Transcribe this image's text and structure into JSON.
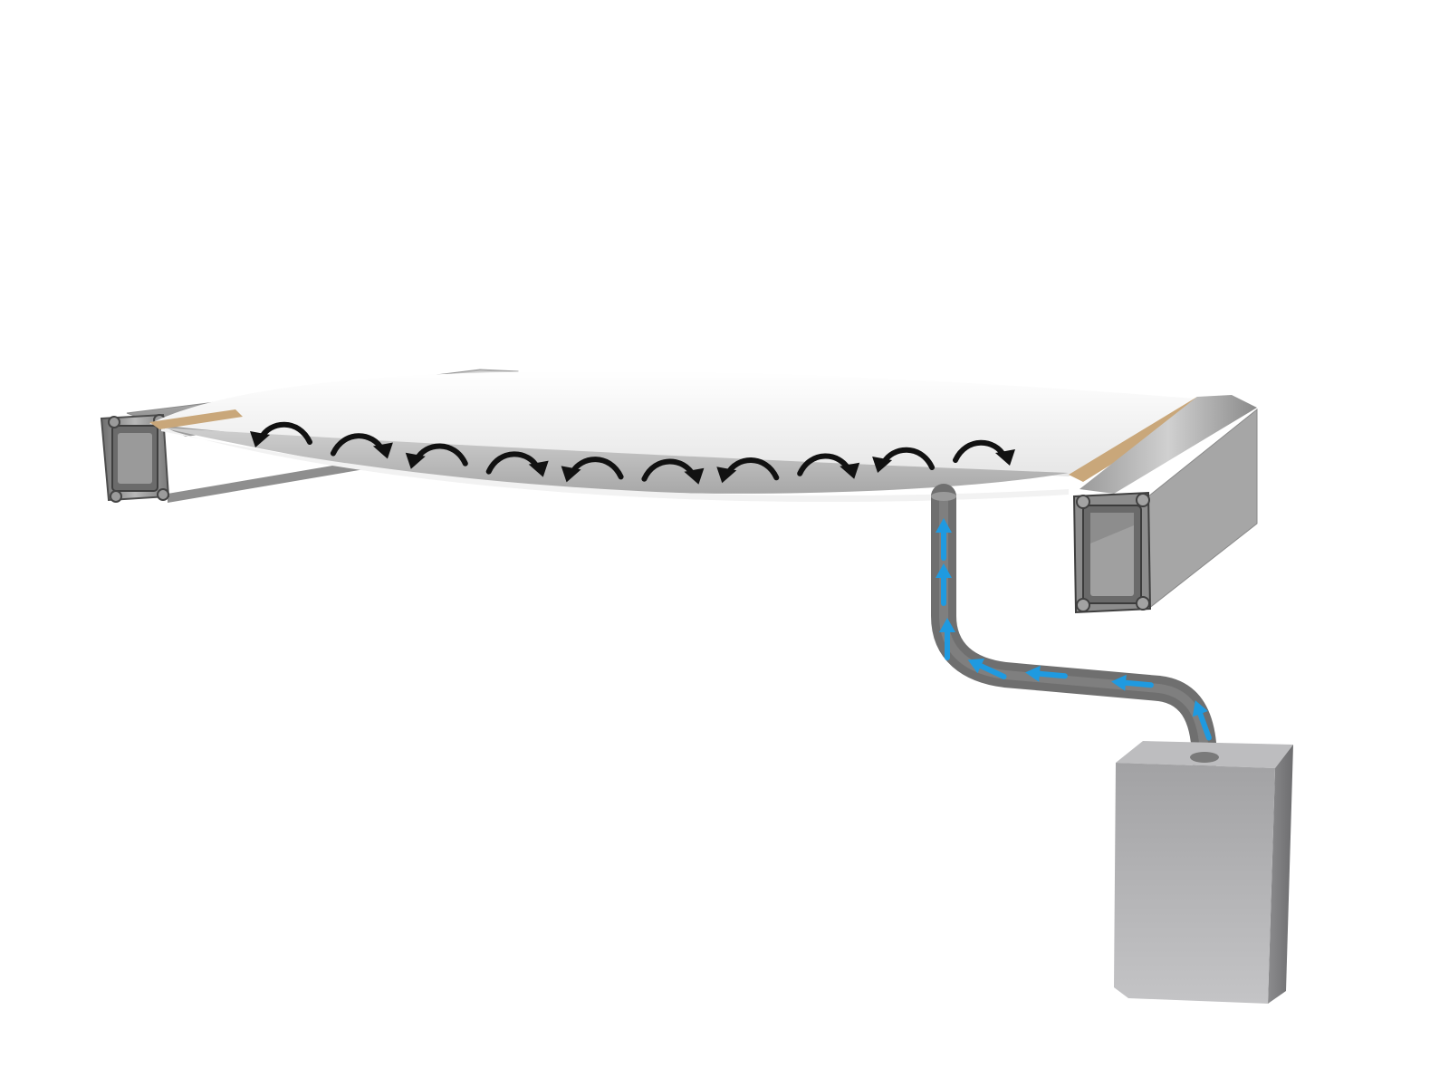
{
  "diagram": {
    "subject": "inflatable-fabric-roof-cushion",
    "background_color": "#ffffff",
    "colors": {
      "profile_light": "#b9b9b9",
      "profile_mid": "#8f8f8f",
      "profile_dark": "#5f5f5f",
      "membrane_top": "#ffffff",
      "membrane_shadow": "#d8d8d8",
      "inner_cavity": "#bdbdbd",
      "edge_strip": "#c9a77a",
      "circulation_arrow": "#111111",
      "pipe": "#707070",
      "pipe_highlight": "#8c8c8c",
      "supply_arrow": "#1f9ae0",
      "blower_box": "#a9a9a9"
    },
    "icons": {
      "circulation_arrow": "curved-arrow-icon",
      "supply_arrow": "blue-arrow-icon"
    },
    "components": [
      {
        "name": "left-aluminium-profile"
      },
      {
        "name": "right-aluminium-profile"
      },
      {
        "name": "cushion-membrane"
      },
      {
        "name": "air-supply-pipe"
      },
      {
        "name": "blower-unit"
      }
    ],
    "circulation_arrow_count": 10,
    "supply_arrow_count": 7
  }
}
